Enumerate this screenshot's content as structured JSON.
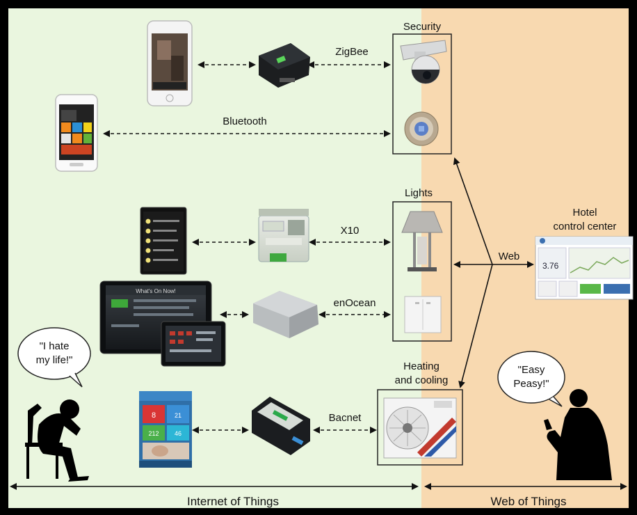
{
  "labels": {
    "security": "Security",
    "lights": "Lights",
    "heating": [
      "Heating",
      "and cooling"
    ],
    "hotel": [
      "Hotel",
      "control center"
    ],
    "web": "Web",
    "zigbee": "ZigBee",
    "bluetooth": "Bluetooth",
    "x10": "X10",
    "enocean": "enOcean",
    "bacnet": "Bacnet",
    "iot": "Internet of Things",
    "wot": "Web of Things"
  },
  "bubbles": {
    "left": [
      "\"I hate",
      "my life!\""
    ],
    "right": [
      "\"Easy",
      "Peasy!\""
    ]
  },
  "screens": {
    "red_tile": "8",
    "blue_tile": "21",
    "green_tile": "212",
    "cyan_tile": "46",
    "hotel_value": "3.76",
    "tablet_title": "What's On Now!"
  },
  "colors": {
    "iot_background": "#eaf6df",
    "wot_background": "#f8d9b0",
    "border": "#000000"
  },
  "icons": {
    "phones": [
      "iphone-icon",
      "android-phone-icon",
      "android-app-icon",
      "tablet-icon",
      "ios-app-icon"
    ],
    "gateways": [
      "zigbee-gateway-icon",
      "x10-module-icon",
      "enocean-gateway-icon",
      "bacnet-gateway-icon"
    ],
    "devices": [
      "security-camera-icon",
      "door-lock-icon",
      "lamp-icon",
      "light-switch-icon",
      "air-conditioner-icon"
    ],
    "people": [
      "frustrated-person-icon",
      "happy-person-icon"
    ]
  }
}
